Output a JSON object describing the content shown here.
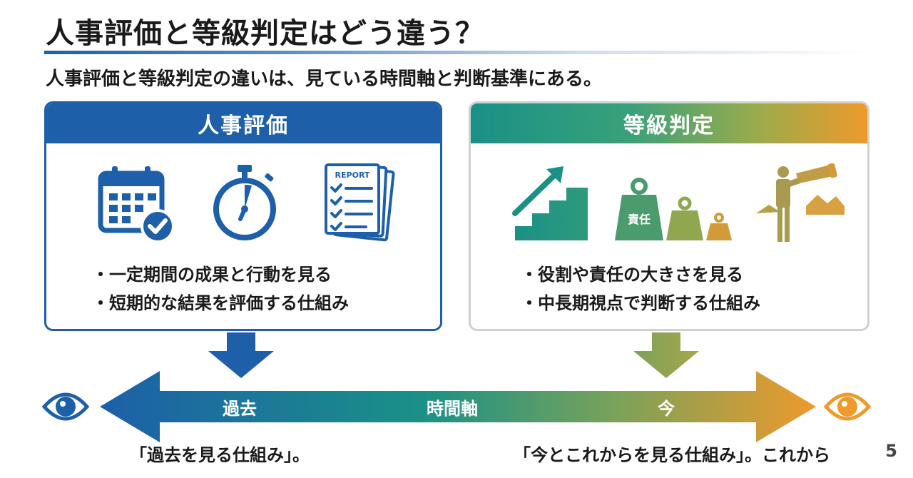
{
  "title": "人事評価と等級判定はどう違う？",
  "subtitle": "人事評価と等級判定の違いは、見ている時間軸と判断基準にある。",
  "left_box": {
    "header": "人事評価",
    "report_label": "REPORT",
    "bullets": [
      "・一定期間の成果と行動を見る",
      "・短期的な結果を評価する仕組み"
    ],
    "color": "#1d5fa8"
  },
  "right_box": {
    "header": "等級判定",
    "weight_label": "責任",
    "bullets": [
      "・役割や責任の大きさを見る",
      "・中長期視点で判断する仕組み"
    ],
    "gradient": [
      "#1a9187",
      "#9aab4c",
      "#ee9a2c"
    ]
  },
  "timeline": {
    "past": "過去",
    "axis": "時間軸",
    "now": "今"
  },
  "bottom": {
    "left": "「過去を見る仕組み」。",
    "right": "「今とこれからを見る仕組み」。これから",
    "corner": "5"
  },
  "icons": {
    "left": [
      "calendar-check-icon",
      "stopwatch-icon",
      "report-document-icon"
    ],
    "right": [
      "stairs-arrow-icon",
      "weights-icon",
      "telescope-person-icon"
    ],
    "axis": [
      "eye-left-icon",
      "eye-right-icon"
    ]
  }
}
